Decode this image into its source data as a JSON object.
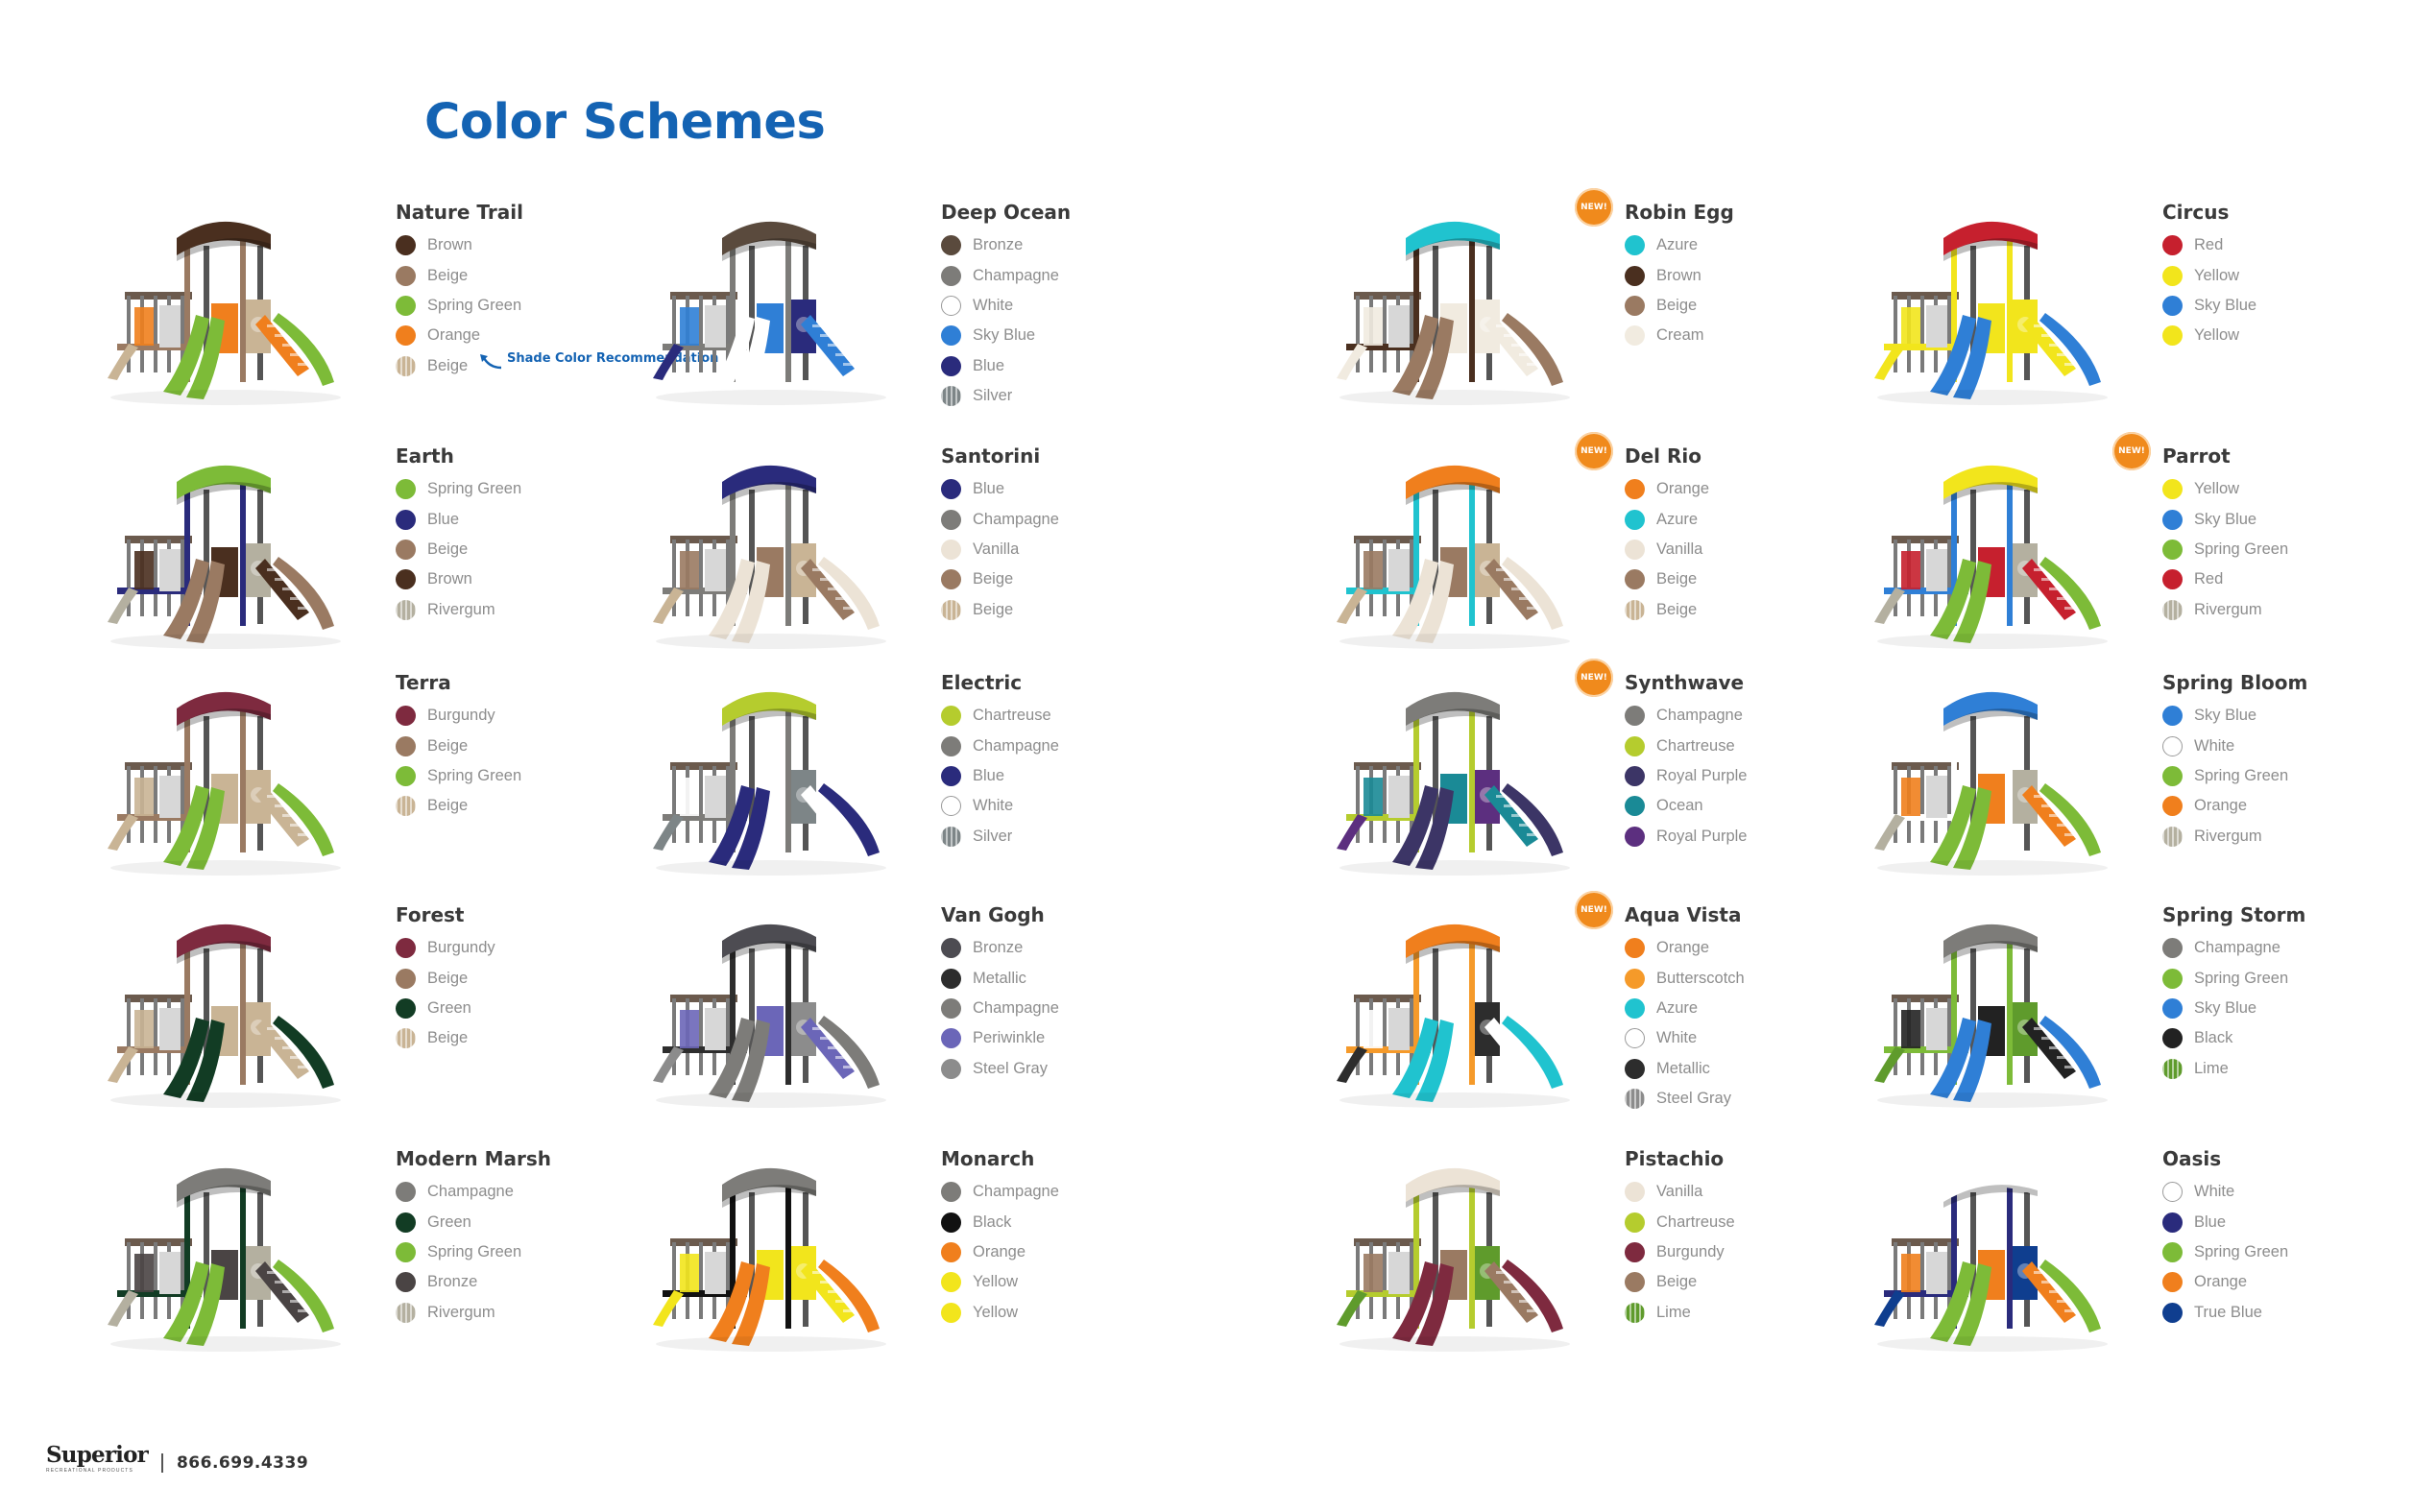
{
  "title": "Color Schemes",
  "shade_note": "Shade Color Recommendation",
  "new_badge": "NEW!",
  "footer": {
    "brand": "Superior",
    "brand_sub": "RECREATIONAL PRODUCTS",
    "phone": "866.699.4339"
  },
  "schemes": [
    {
      "name": "Nature Trail",
      "is_new": false,
      "colors": [
        {
          "name": "Brown",
          "hex": "#4a2f1f"
        },
        {
          "name": "Beige",
          "hex": "#9a7a62"
        },
        {
          "name": "Spring Green",
          "hex": "#7dbb38"
        },
        {
          "name": "Orange",
          "hex": "#f07f1d"
        },
        {
          "name": "Beige",
          "hex": "#c9b495",
          "pattern": "striped",
          "shade": true
        }
      ]
    },
    {
      "name": "Deep Ocean",
      "is_new": false,
      "colors": [
        {
          "name": "Bronze",
          "hex": "#5a4a3d"
        },
        {
          "name": "Champagne",
          "hex": "#7d7c79"
        },
        {
          "name": "White",
          "hex": "#ffffff",
          "outline": true
        },
        {
          "name": "Sky Blue",
          "hex": "#2f7fd6"
        },
        {
          "name": "Blue",
          "hex": "#2a2b7c"
        },
        {
          "name": "Silver",
          "hex": "#7d8587",
          "pattern": "striped"
        }
      ]
    },
    {
      "name": "Robin Egg",
      "is_new": true,
      "colors": [
        {
          "name": "Azure",
          "hex": "#20c3cf"
        },
        {
          "name": "Brown",
          "hex": "#4a2f1f"
        },
        {
          "name": "Beige",
          "hex": "#9a7a62"
        },
        {
          "name": "Cream",
          "hex": "#f1ebe0"
        }
      ]
    },
    {
      "name": "Circus",
      "is_new": false,
      "colors": [
        {
          "name": "Red",
          "hex": "#c6202e"
        },
        {
          "name": "Yellow",
          "hex": "#f2e51c"
        },
        {
          "name": "Sky Blue",
          "hex": "#2f7fd6"
        },
        {
          "name": "Yellow",
          "hex": "#f2e51c"
        }
      ]
    },
    {
      "name": "Earth",
      "is_new": false,
      "colors": [
        {
          "name": "Spring Green",
          "hex": "#7dbb38"
        },
        {
          "name": "Blue",
          "hex": "#2a2b7c"
        },
        {
          "name": "Beige",
          "hex": "#9a7a62"
        },
        {
          "name": "Brown",
          "hex": "#4a2f1f"
        },
        {
          "name": "Rivergum",
          "hex": "#b4b0a0",
          "pattern": "striped"
        }
      ]
    },
    {
      "name": "Santorini",
      "is_new": false,
      "colors": [
        {
          "name": "Blue",
          "hex": "#2a2b7c"
        },
        {
          "name": "Champagne",
          "hex": "#7d7c79"
        },
        {
          "name": "Vanilla",
          "hex": "#ece3d6"
        },
        {
          "name": "Beige",
          "hex": "#9a7a62"
        },
        {
          "name": "Beige",
          "hex": "#c9b495",
          "pattern": "striped"
        }
      ]
    },
    {
      "name": "Del Rio",
      "is_new": true,
      "colors": [
        {
          "name": "Orange",
          "hex": "#f07f1d"
        },
        {
          "name": "Azure",
          "hex": "#20c3cf"
        },
        {
          "name": "Vanilla",
          "hex": "#ece3d6"
        },
        {
          "name": "Beige",
          "hex": "#9a7a62"
        },
        {
          "name": "Beige",
          "hex": "#c9b495",
          "pattern": "striped"
        }
      ]
    },
    {
      "name": "Parrot",
      "is_new": true,
      "colors": [
        {
          "name": "Yellow",
          "hex": "#f2e51c"
        },
        {
          "name": "Sky Blue",
          "hex": "#2f7fd6"
        },
        {
          "name": "Spring Green",
          "hex": "#7dbb38"
        },
        {
          "name": "Red",
          "hex": "#c6202e"
        },
        {
          "name": "Rivergum",
          "hex": "#b4b0a0",
          "pattern": "striped"
        }
      ]
    },
    {
      "name": "Terra",
      "is_new": false,
      "colors": [
        {
          "name": "Burgundy",
          "hex": "#7e2a3f"
        },
        {
          "name": "Beige",
          "hex": "#9a7a62"
        },
        {
          "name": "Spring Green",
          "hex": "#7dbb38"
        },
        {
          "name": "Beige",
          "hex": "#c9b495",
          "pattern": "striped"
        }
      ]
    },
    {
      "name": "Electric",
      "is_new": false,
      "colors": [
        {
          "name": "Chartreuse",
          "hex": "#b5cc2e"
        },
        {
          "name": "Champagne",
          "hex": "#7d7c79"
        },
        {
          "name": "Blue",
          "hex": "#2a2b7c"
        },
        {
          "name": "White",
          "hex": "#ffffff",
          "outline": true
        },
        {
          "name": "Silver",
          "hex": "#7d8587",
          "pattern": "striped"
        }
      ]
    },
    {
      "name": "Synthwave",
      "is_new": true,
      "colors": [
        {
          "name": "Champagne",
          "hex": "#7d7c79"
        },
        {
          "name": "Chartreuse",
          "hex": "#b5cc2e"
        },
        {
          "name": "Royal Purple",
          "hex": "#3c3566"
        },
        {
          "name": "Ocean",
          "hex": "#1a8a96"
        },
        {
          "name": "Royal Purple",
          "hex": "#5c2f7f"
        }
      ]
    },
    {
      "name": "Spring Bloom",
      "is_new": false,
      "colors": [
        {
          "name": "Sky Blue",
          "hex": "#2f7fd6"
        },
        {
          "name": "White",
          "hex": "#ffffff",
          "outline": true
        },
        {
          "name": "Spring Green",
          "hex": "#7dbb38"
        },
        {
          "name": "Orange",
          "hex": "#f07f1d"
        },
        {
          "name": "Rivergum",
          "hex": "#b4b0a0",
          "pattern": "striped"
        }
      ]
    },
    {
      "name": "Forest",
      "is_new": false,
      "colors": [
        {
          "name": "Burgundy",
          "hex": "#7e2a3f"
        },
        {
          "name": "Beige",
          "hex": "#9a7a62"
        },
        {
          "name": "Green",
          "hex": "#123c24"
        },
        {
          "name": "Beige",
          "hex": "#c9b495",
          "pattern": "striped"
        }
      ]
    },
    {
      "name": "Van Gogh",
      "is_new": false,
      "colors": [
        {
          "name": "Bronze",
          "hex": "#4d4c52"
        },
        {
          "name": "Metallic",
          "hex": "#2d2d2d"
        },
        {
          "name": "Champagne",
          "hex": "#7d7c79"
        },
        {
          "name": "Periwinkle",
          "hex": "#6b66b8"
        },
        {
          "name": "Steel Gray",
          "hex": "#8c8c8c"
        }
      ]
    },
    {
      "name": "Aqua Vista",
      "is_new": true,
      "colors": [
        {
          "name": "Orange",
          "hex": "#f07f1d"
        },
        {
          "name": "Butterscotch",
          "hex": "#f59a2a"
        },
        {
          "name": "Azure",
          "hex": "#20c3cf"
        },
        {
          "name": "White",
          "hex": "#ffffff",
          "outline": true
        },
        {
          "name": "Metallic",
          "hex": "#2d2d2d"
        },
        {
          "name": "Steel Gray",
          "hex": "#8c8c8c",
          "pattern": "striped"
        }
      ]
    },
    {
      "name": "Spring Storm",
      "is_new": false,
      "colors": [
        {
          "name": "Champagne",
          "hex": "#7d7c79"
        },
        {
          "name": "Spring Green",
          "hex": "#7dbb38"
        },
        {
          "name": "Sky Blue",
          "hex": "#2f7fd6"
        },
        {
          "name": "Black",
          "hex": "#222222"
        },
        {
          "name": "Lime",
          "hex": "#5f9b2c",
          "pattern": "striped"
        }
      ]
    },
    {
      "name": "Modern Marsh",
      "is_new": false,
      "colors": [
        {
          "name": "Champagne",
          "hex": "#7d7c79"
        },
        {
          "name": "Green",
          "hex": "#123c24"
        },
        {
          "name": "Spring Green",
          "hex": "#7dbb38"
        },
        {
          "name": "Bronze",
          "hex": "#4a4444"
        },
        {
          "name": "Rivergum",
          "hex": "#b4b0a0",
          "pattern": "striped"
        }
      ]
    },
    {
      "name": "Monarch",
      "is_new": false,
      "colors": [
        {
          "name": "Champagne",
          "hex": "#7d7c79"
        },
        {
          "name": "Black",
          "hex": "#111111"
        },
        {
          "name": "Orange",
          "hex": "#f07f1d"
        },
        {
          "name": "Yellow",
          "hex": "#f2e51c"
        },
        {
          "name": "Yellow",
          "hex": "#f2e51c"
        }
      ]
    },
    {
      "name": "Pistachio",
      "is_new": false,
      "colors": [
        {
          "name": "Vanilla",
          "hex": "#ece3d6"
        },
        {
          "name": "Chartreuse",
          "hex": "#b5cc2e"
        },
        {
          "name": "Burgundy",
          "hex": "#7e2a3f"
        },
        {
          "name": "Beige",
          "hex": "#9a7a62"
        },
        {
          "name": "Lime",
          "hex": "#5f9b2c",
          "pattern": "striped"
        }
      ]
    },
    {
      "name": "Oasis",
      "is_new": false,
      "colors": [
        {
          "name": "White",
          "hex": "#ffffff",
          "outline": true
        },
        {
          "name": "Blue",
          "hex": "#2a2b7c"
        },
        {
          "name": "Spring Green",
          "hex": "#7dbb38"
        },
        {
          "name": "Orange",
          "hex": "#f07f1d"
        },
        {
          "name": "True Blue",
          "hex": "#0f3e8f"
        }
      ]
    }
  ]
}
